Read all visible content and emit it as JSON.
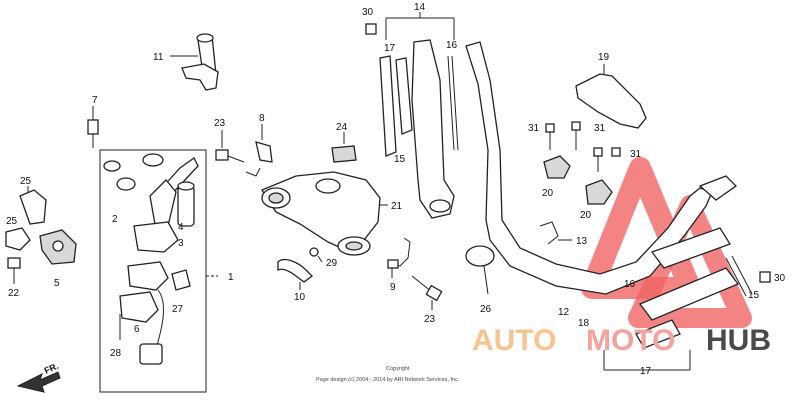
{
  "callouts": [
    "1",
    "2",
    "3",
    "4",
    "5",
    "6",
    "7",
    "8",
    "9",
    "10",
    "11",
    "12",
    "13",
    "14",
    "15",
    "16",
    "17",
    "18",
    "19",
    "20",
    "21",
    "22",
    "23",
    "24",
    "25",
    "26",
    "27",
    "28",
    "29",
    "30",
    "31"
  ],
  "direction_label": "FR.",
  "copyright": {
    "line1": "Copyright",
    "line2": "Page design (c) 2004 - 2014 by ARI Network Services, Inc."
  },
  "watermark": {
    "part1": "AUTO",
    "part2": "MOTO",
    "part3": "HUB",
    "colors": {
      "auto": "#f6c48c",
      "moto": "#f3a29c",
      "hub": "#4a4a4a",
      "logo": "#ef4a4a"
    }
  }
}
